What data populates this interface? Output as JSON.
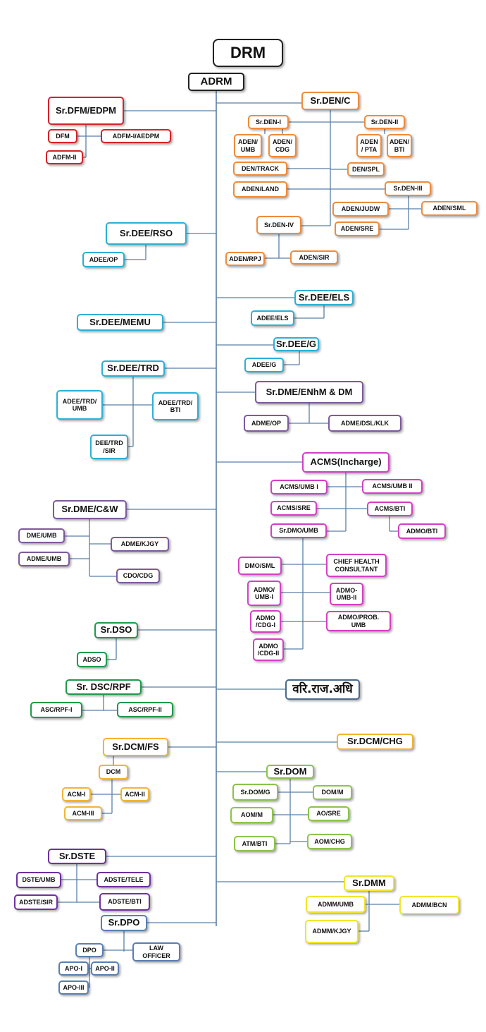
{
  "colors": {
    "connector": "#5b7fa6",
    "black": "#222222",
    "red": "#d4232a",
    "orange": "#ef8b3a",
    "cyan": "#2bb0d6",
    "purple": "#7e5a9b",
    "magenta": "#d43fc4",
    "green": "#1e9a4a",
    "light_green": "#8cc34a",
    "gold": "#f2b531",
    "yellow": "#f3e52a",
    "violet": "#7030a0",
    "blue": "#5a80b0"
  },
  "nodes": {
    "drm": "DRM",
    "adrm": "ADRM",
    "sr_dfm": "Sr.DFM/EDPM",
    "dfm": "DFM",
    "adfm1": "ADFM-I/AEDPM",
    "adfm2": "ADFM-II",
    "sr_den_c": "Sr.DEN/C",
    "sr_den1": "Sr.DEN-I",
    "sr_den2": "Sr.DEN-II",
    "aden_umb": "ADEN/\nUMB",
    "aden_cdg": "ADEN/\nCDG",
    "aden_pta": "ADEN\n/ PTA",
    "aden_bti": "ADEN/\nBTI",
    "den_track": "DEN/TRACK",
    "den_spl": "DEN/SPL",
    "aden_land": "ADEN/LAND",
    "sr_den3": "Sr.DEN-III",
    "aden_judw": "ADEN/JUDW",
    "aden_sml": "ADEN/SML",
    "aden_sre": "ADEN/SRE",
    "sr_den4": "Sr.DEN-IV",
    "aden_rpj": "ADEN/RPJ",
    "aden_sir": "ADEN/SIR",
    "sr_dee_rso": "Sr.DEE/RSO",
    "adee_op": "ADEE/OP",
    "sr_dee_els": "Sr.DEE/ELS",
    "adee_els": "ADEE/ELS",
    "sr_dee_memu": "Sr.DEE/MEMU",
    "sr_dee_g": "Sr.DEE/G",
    "adee_g": "ADEE/G",
    "sr_dee_trd": "Sr.DEE/TRD",
    "adee_trd_umb": "ADEE/TRD/\nUMB",
    "adee_trd_bti": "ADEE/TRD/\nBTI",
    "dee_trd_sir": "DEE/TRD\n/SIR",
    "sr_dme_enhm": "Sr.DME/ENhM & DM",
    "adme_op": "ADME/OP",
    "adme_dsl": "ADME/DSL/KLK",
    "acms": "ACMS(Incharge)",
    "acms_umb1": "ACMS/UMB I",
    "acms_umb2": "ACMS/UMB II",
    "acms_sre": "ACMS/SRE",
    "acms_bti": "ACMS/BTI",
    "sr_dmo_umb": "Sr.DMO/UMB",
    "admo_bti": "ADMO/BTI",
    "dmo_sml": "DMO/SML",
    "chc": "CHIEF HEALTH\nCONSULTANT",
    "admo_umb1": "ADMO/\nUMB-I",
    "admo_umb2": "ADMO-\nUMB-II",
    "admo_cdg1": "ADMO\n/CDG-I",
    "admo_prob": "ADMO/PROB.\nUMB",
    "admo_cdg2": "ADMO\n/CDG-II",
    "sr_dme_cw": "Sr.DME/C&W",
    "dme_umb": "DME/UMB",
    "adme_kjgy": "ADME/KJGY",
    "adme_umb": "ADME/UMB",
    "cdo_cdg": "CDO/CDG",
    "sr_dso": "Sr.DSO",
    "adso": "ADSO",
    "sr_dsc": "Sr. DSC/RPF",
    "asc_rpf1": "ASC/RPF-I",
    "asc_rpf2": "ASC/RPF-II",
    "vari_raj": "वरि.राज.अधि",
    "sr_dcm_fs": "Sr.DCM/FS",
    "dcm": "DCM",
    "acm1": "ACM-I",
    "acm2": "ACM-II",
    "acm3": "ACM-III",
    "sr_dcm_chg": "Sr.DCM/CHG",
    "sr_dom": "Sr.DOM",
    "sr_dom_g": "Sr.DOM/G",
    "dom_m": "DOM/M",
    "aom_m": "AOM/M",
    "ao_sre": "AO/SRE",
    "atm_bti": "ATM/BTI",
    "aom_chg": "AOM/CHG",
    "sr_dste": "Sr.DSTE",
    "dste_umb": "DSTE/UMB",
    "adste_tele": "ADSTE/TELE",
    "adste_sir": "ADSTE/SIR",
    "adste_bti": "ADSTE/BTI",
    "sr_dmm": "Sr.DMM",
    "admm_umb": "ADMM/UMB",
    "admm_bcn": "ADMM/BCN",
    "admm_kjgy": "ADMM/KJGY",
    "sr_dpo": "Sr.DPO",
    "dpo": "DPO",
    "law_officer": "LAW\nOFFICER",
    "apo1": "APO-I",
    "apo2": "APO-II",
    "apo3": "APO-III"
  }
}
